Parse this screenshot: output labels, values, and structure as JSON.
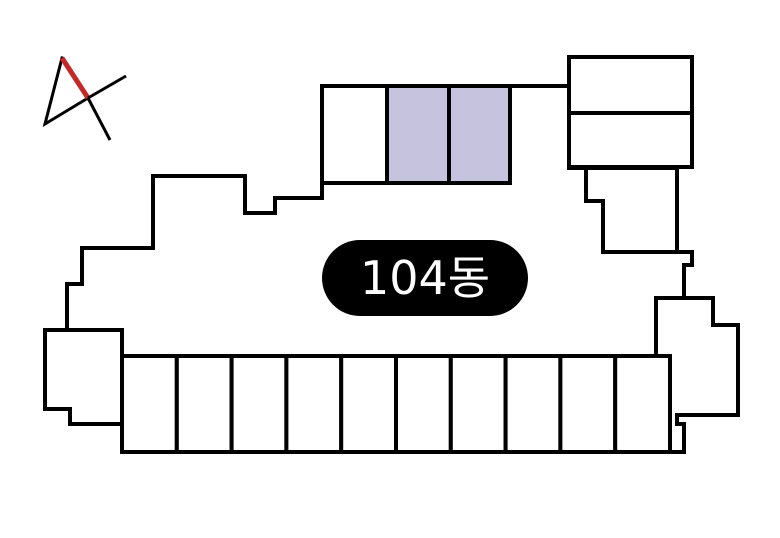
{
  "building": {
    "label": "104동",
    "badge_color": "#000000",
    "badge_text_color": "#ffffff"
  },
  "compass": {
    "icon": "north-arrow-icon",
    "accent_color": "#c62828"
  },
  "units": {
    "highlight_color": "#c5c3dd",
    "top_row": [
      {
        "id": "top-1",
        "selected": false
      },
      {
        "id": "top-2",
        "selected": true
      },
      {
        "id": "top-3",
        "selected": true
      }
    ],
    "right_tower": [
      {
        "id": "right-1",
        "selected": false
      },
      {
        "id": "right-2",
        "selected": false
      }
    ],
    "bottom_row": [
      {
        "id": "bottom-1",
        "selected": false
      },
      {
        "id": "bottom-2",
        "selected": false
      },
      {
        "id": "bottom-3",
        "selected": false
      },
      {
        "id": "bottom-4",
        "selected": false
      },
      {
        "id": "bottom-5",
        "selected": false
      },
      {
        "id": "bottom-6",
        "selected": false
      },
      {
        "id": "bottom-7",
        "selected": false
      },
      {
        "id": "bottom-8",
        "selected": false
      },
      {
        "id": "bottom-9",
        "selected": false
      },
      {
        "id": "bottom-10",
        "selected": false
      }
    ]
  }
}
